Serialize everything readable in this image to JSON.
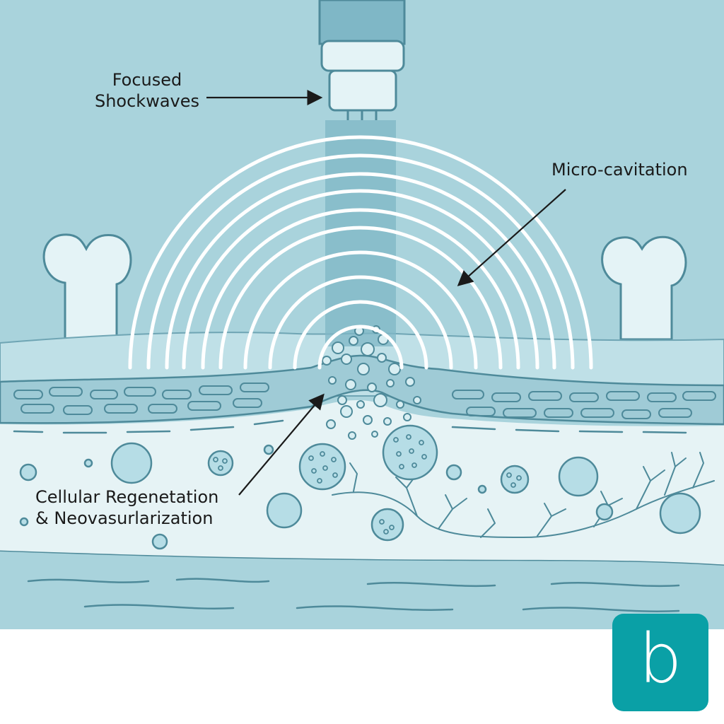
{
  "labels": {
    "shockwaves_line1": "Focused",
    "shockwaves_line2": "Shockwaves",
    "cavitation": "Micro-cavitation",
    "regeneration_line1": "Cellular Regenetation",
    "regeneration_line2": "& Neovasurlarization"
  },
  "brand": {
    "logo_letter": "b",
    "color": "#0aa0a6"
  },
  "colors": {
    "background": "#a9d3dc",
    "bone": "#e4f3f6",
    "tissue_light": "#e6f3f5",
    "tissue_mid": "#bfe0e7",
    "membrane": "#8cbfcc",
    "outline": "#4e8a9a",
    "waves": "#ffffff",
    "beam": "#7fb7c6"
  }
}
